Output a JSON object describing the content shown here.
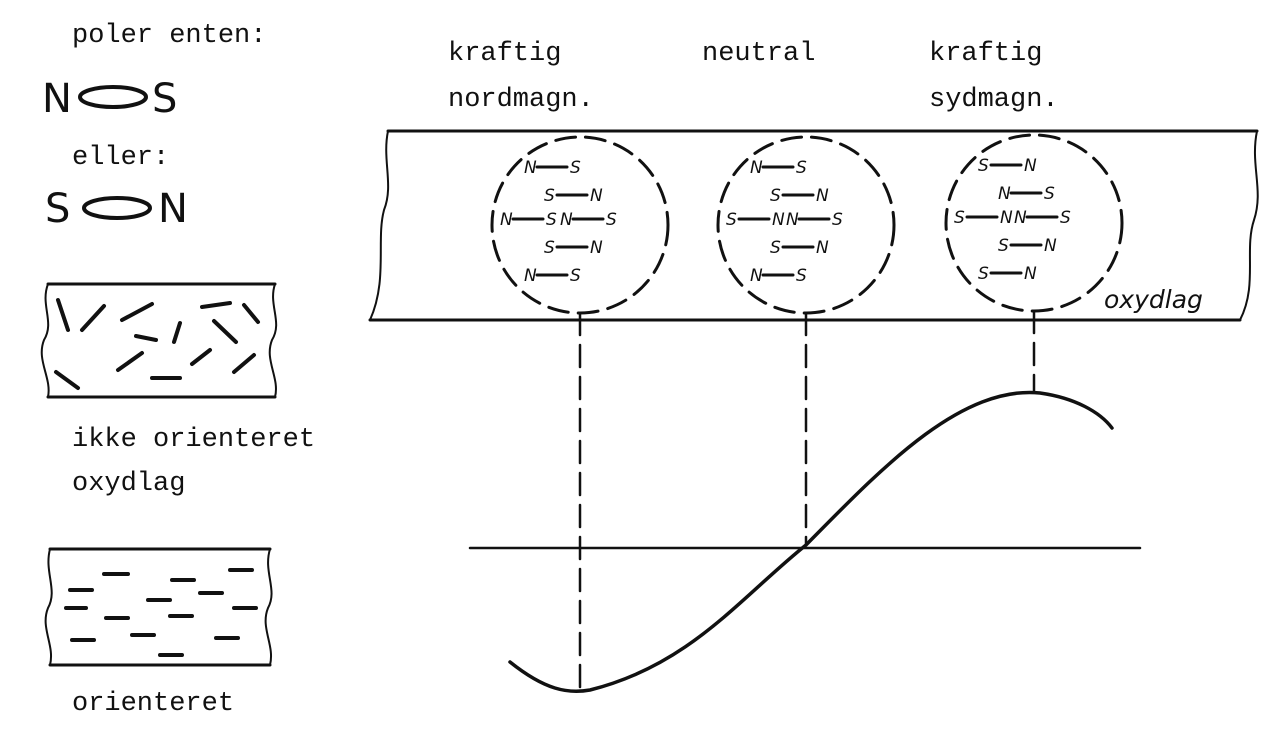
{
  "legend": {
    "poles_intro": "poler enten:",
    "pole_a_left": "N",
    "pole_a_right": "S",
    "or_label": "eller:",
    "pole_b_left": "S",
    "pole_b_right": "N",
    "unoriented_line1": "ikke orienteret",
    "unoriented_line2": "oxydlag",
    "oriented_label": "orienteret"
  },
  "diagram": {
    "labels": {
      "strong_north_line1": "kraftig",
      "strong_north_line2": "nordmagn.",
      "neutral": "neutral",
      "strong_south_line1": "kraftig",
      "strong_south_line2": "sydmagn."
    },
    "oxide_label": "oxydlag",
    "domains": [
      {
        "id": "north",
        "poles": [
          {
            "l": "N",
            "r": "S"
          },
          {
            "l": "S",
            "r": "N"
          },
          {
            "l": "N",
            "r": "S"
          },
          {
            "l": "N",
            "r": "S"
          },
          {
            "l": "S",
            "r": "N"
          },
          {
            "l": "N",
            "r": "S"
          }
        ]
      },
      {
        "id": "neutral",
        "poles": [
          {
            "l": "N",
            "r": "S"
          },
          {
            "l": "S",
            "r": "N"
          },
          {
            "l": "S",
            "r": "N"
          },
          {
            "l": "N",
            "r": "S"
          },
          {
            "l": "S",
            "r": "N"
          },
          {
            "l": "N",
            "r": "S"
          }
        ]
      },
      {
        "id": "south",
        "poles": [
          {
            "l": "S",
            "r": "N"
          },
          {
            "l": "N",
            "r": "S"
          },
          {
            "l": "S",
            "r": "N"
          },
          {
            "l": "N",
            "r": "S"
          },
          {
            "l": "S",
            "r": "N"
          },
          {
            "l": "S",
            "r": "N"
          }
        ]
      }
    ]
  }
}
